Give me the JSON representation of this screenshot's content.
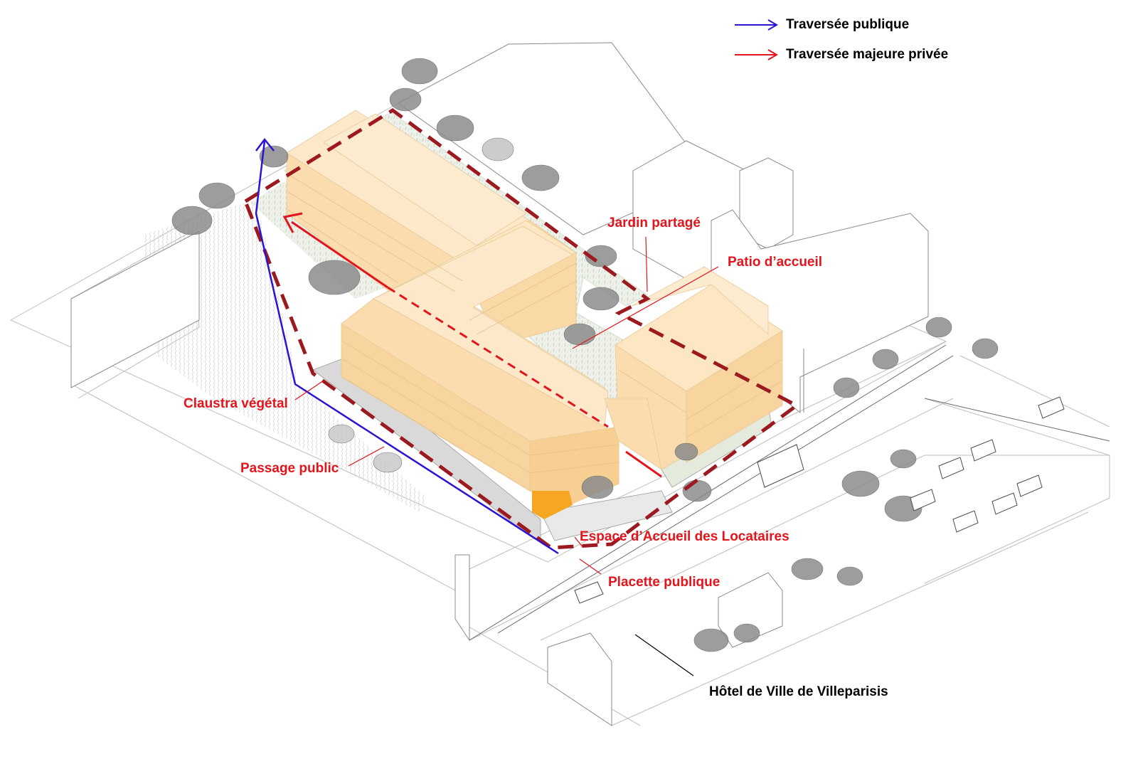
{
  "legend": {
    "public_label": "Traversée publique",
    "private_label": "Traversée majeure privée",
    "public_color": "#2a14d4",
    "private_color": "#e3141b"
  },
  "labels": {
    "jardin": "Jardin partagé",
    "patio": "Patio d’accueil",
    "claustra": "Claustra végétal",
    "passage": "Passage public",
    "espace": "Espace d’Accueil des Locataires",
    "placette": "Placette publique",
    "hotel": "Hôtel de Ville de Villeparisis"
  },
  "colors": {
    "building_top": "#fde6c2",
    "building_side": "#fbdcae",
    "building_front": "#f8d49e",
    "accent_orange": "#f5a623",
    "boundary": "#9c1a1f",
    "label_red": "#e3141b",
    "green_area": "#e7ede2"
  }
}
